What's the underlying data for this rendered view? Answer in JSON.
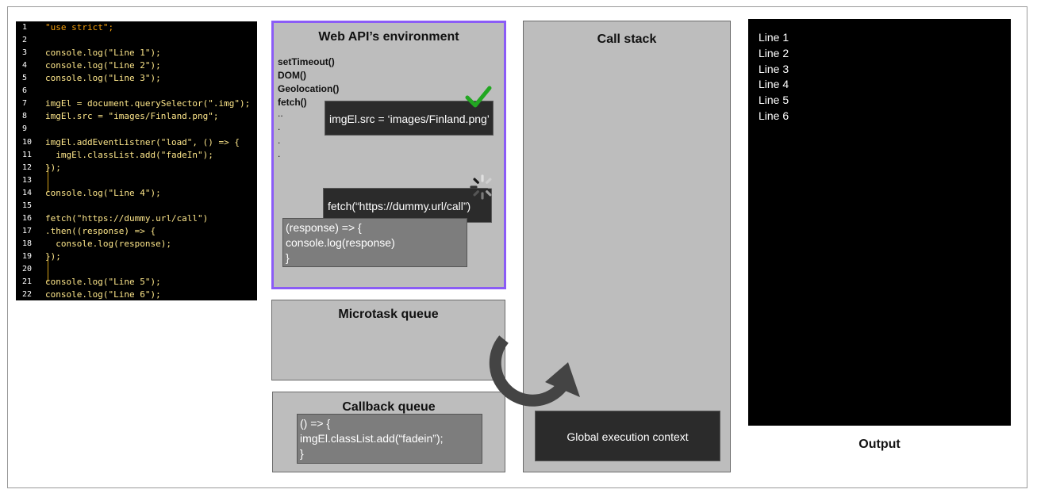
{
  "code_lines": [
    {
      "n": "1",
      "text": "\"use strict\";"
    },
    {
      "n": "2",
      "text": ""
    },
    {
      "n": "3",
      "text": "console.log(\"Line 1\");"
    },
    {
      "n": "4",
      "text": "console.log(\"Line 2\");"
    },
    {
      "n": "5",
      "text": "console.log(\"Line 3\");"
    },
    {
      "n": "6",
      "text": ""
    },
    {
      "n": "7",
      "text": "imgEl = document.querySelector(\".img\");"
    },
    {
      "n": "8",
      "text": "imgEl.src = \"images/Finland.png\";"
    },
    {
      "n": "9",
      "text": ""
    },
    {
      "n": "10",
      "text": "imgEl.addEventListner(\"load\", () => {"
    },
    {
      "n": "11",
      "text": "  imgEl.classList.add(\"fadeIn\");"
    },
    {
      "n": "12",
      "text": "});"
    },
    {
      "n": "13",
      "text": ""
    },
    {
      "n": "14",
      "text": "console.log(\"Line 4\");"
    },
    {
      "n": "15",
      "text": ""
    },
    {
      "n": "16",
      "text": "fetch(\"https://dummy.url/call\")"
    },
    {
      "n": "17",
      "text": ".then((response) => {"
    },
    {
      "n": "18",
      "text": "  console.log(response);"
    },
    {
      "n": "19",
      "text": "});"
    },
    {
      "n": "20",
      "text": ""
    },
    {
      "n": "21",
      "text": "console.log(\"Line 5\");"
    },
    {
      "n": "22",
      "text": "console.log(\"Line 6\");"
    }
  ],
  "web_api": {
    "title": "Web API’s environment",
    "items": [
      "setTimeout()",
      "DOM()",
      "Geolocation()",
      "fetch()"
    ],
    "dots": [
      "..",
      ".",
      ".",
      "."
    ],
    "img_task": "imgEl.src = ‘images/Finland.png’",
    "fetch_task": "fetch(“https://dummy.url/call”)",
    "then_callback": [
      "(response) => {",
      "console.log(response)",
      "}"
    ]
  },
  "microtask": {
    "title": "Microtask queue"
  },
  "callback": {
    "title": "Callback queue",
    "item": [
      "() => {",
      "imgEl.classList.add(“fadein”);",
      "}"
    ]
  },
  "call_stack": {
    "title": "Call stack",
    "global": "Global execution context"
  },
  "output": {
    "label": "Output",
    "lines": [
      "Line 1",
      "Line 2",
      "Line 3",
      "Line 4",
      "Line 5",
      "Line 6"
    ]
  },
  "icons": {
    "done": "checkmark-icon",
    "pending": "loading-spinner-icon",
    "loop": "event-loop-arrow-icon"
  },
  "colors": {
    "web_api_border": "#8b5cf6",
    "check": "#22a722"
  }
}
